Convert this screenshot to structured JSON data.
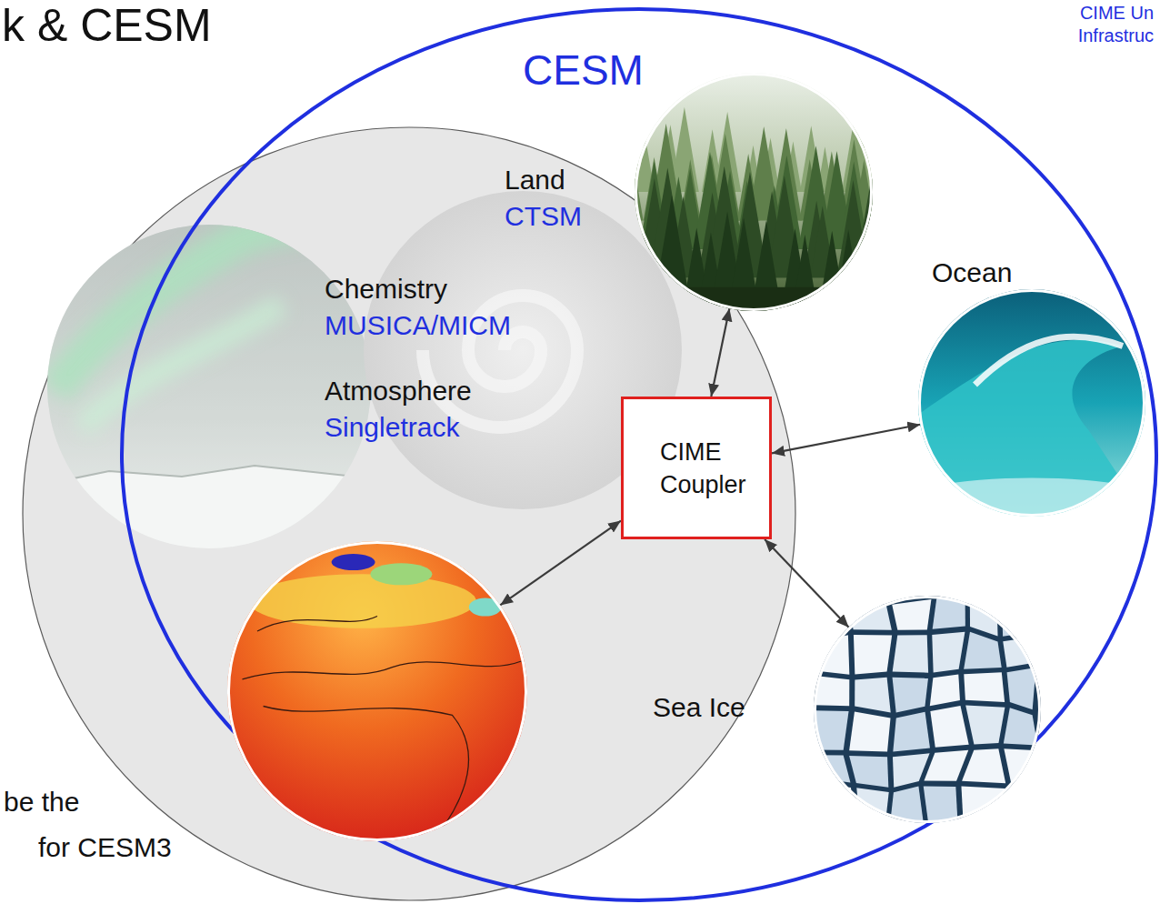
{
  "diagram": {
    "title": "k & CESM",
    "nodes": [
      {
        "text": [
          "CESM"
        ]
      },
      {
        "text": [
          "Land",
          "CTSM"
        ],
        "in": 0
      },
      {
        "text": [
          "Chemistry",
          "MUSICA/MICM"
        ],
        "in": 0
      },
      {
        "text": [
          "Atmosphere",
          "Singletrack"
        ],
        "in": 0
      },
      {
        "text": [
          "CIME Coupler"
        ],
        "in": 0
      },
      {
        "text": [
          "Ocean"
        ],
        "in": 0
      },
      {
        "text": [
          "Sea Ice"
        ],
        "in": 0
      }
    ],
    "edges": [
      {
        "from": 4,
        "to": 1,
        "arrow": "both"
      },
      {
        "from": 4,
        "to": 3,
        "arrow": "both"
      },
      {
        "from": 4,
        "to": 5,
        "arrow": "both"
      },
      {
        "from": 4,
        "to": 6,
        "arrow": "both"
      }
    ],
    "labels": [
      "CIME Un",
      "Infrastruc",
      "be the",
      "for CESM3"
    ]
  }
}
